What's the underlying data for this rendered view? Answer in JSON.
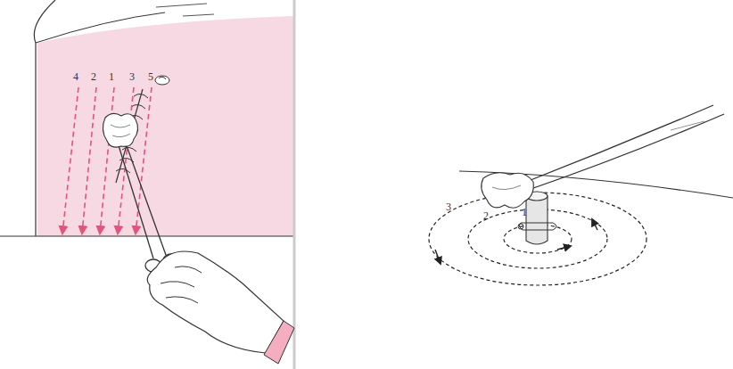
{
  "diagram": {
    "labels": [
      "4",
      "2",
      "1",
      "3",
      "5",
      "1",
      "2",
      "3"
    ]
  }
}
